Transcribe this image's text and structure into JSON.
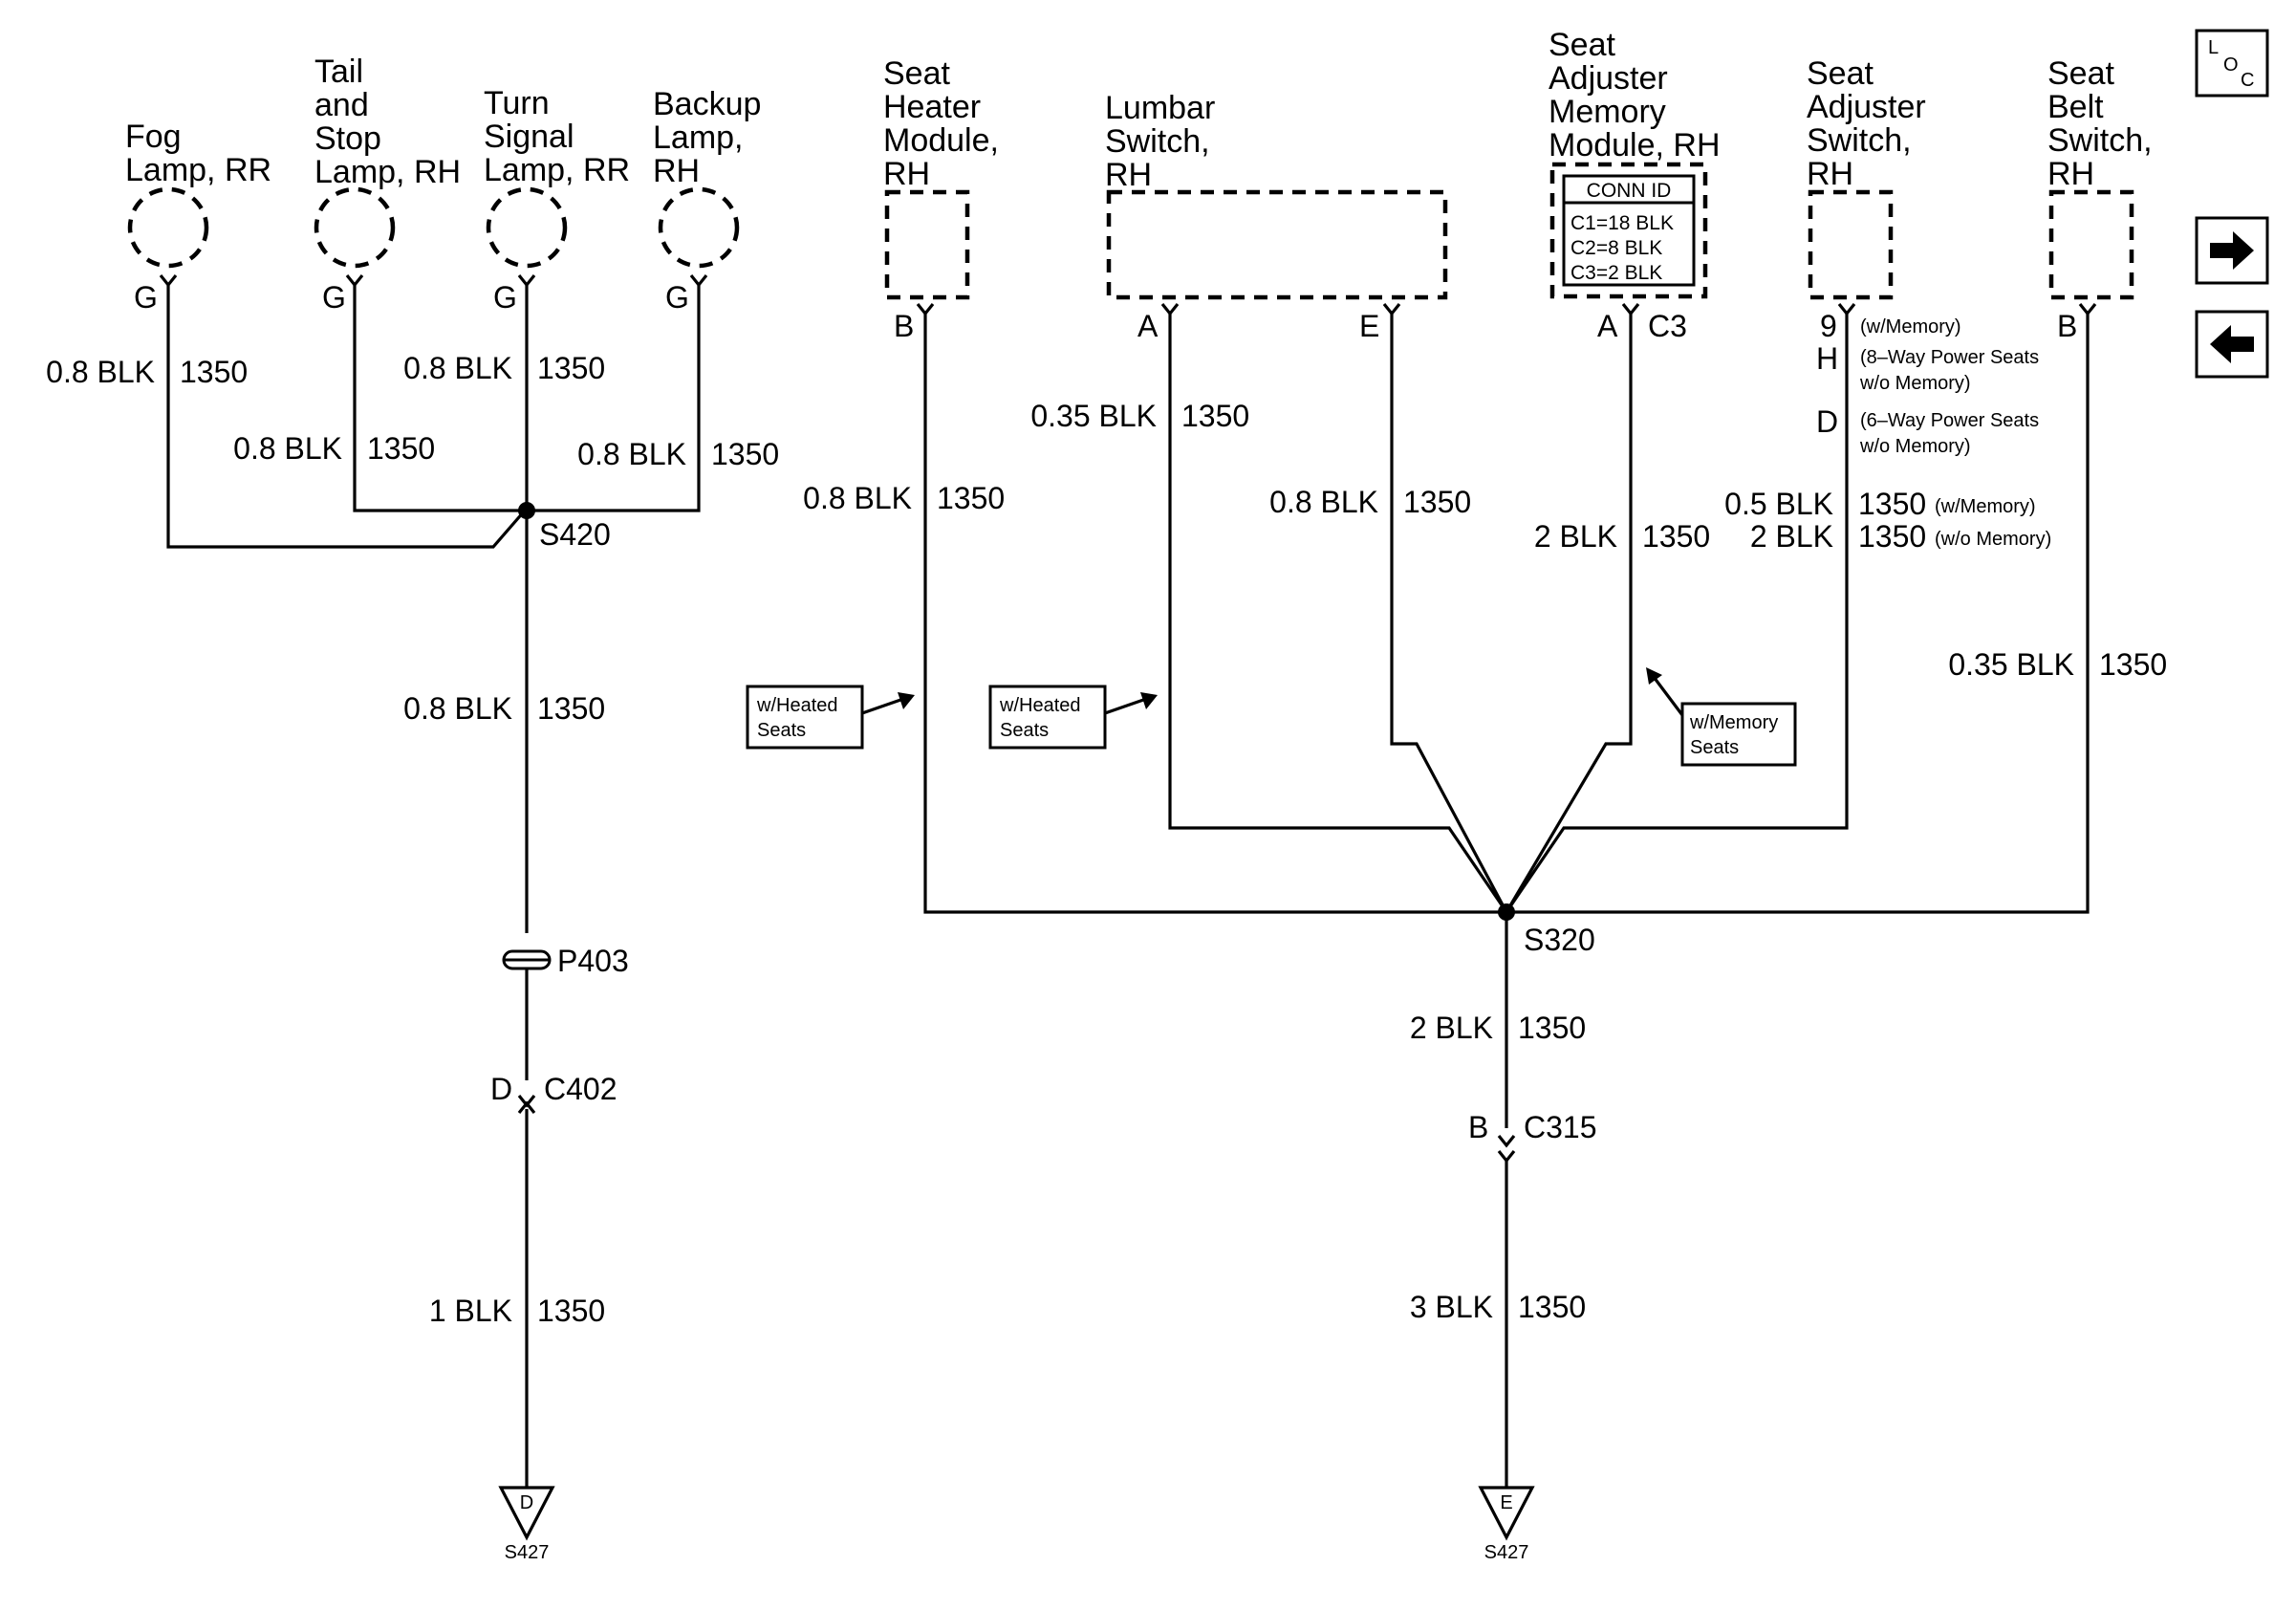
{
  "components": {
    "fog_lamp": [
      "Fog",
      "Lamp, RR"
    ],
    "tail_stop_lamp": [
      "Tail",
      "and",
      "Stop",
      "Lamp, RH"
    ],
    "turn_signal_lamp": [
      "Turn",
      "Signal",
      "Lamp, RR"
    ],
    "backup_lamp": [
      "Backup",
      "Lamp,",
      "RH"
    ],
    "seat_heater_module": [
      "Seat",
      "Heater",
      "Module,",
      "RH"
    ],
    "lumbar_switch": [
      "Lumbar",
      "Switch,",
      "RH"
    ],
    "seat_adjuster_memory_module": [
      "Seat",
      "Adjuster",
      "Memory",
      "Module, RH"
    ],
    "seat_adjuster_switch": [
      "Seat",
      "Adjuster",
      "Switch,",
      "RH"
    ],
    "seat_belt_switch": [
      "Seat",
      "Belt",
      "Switch,",
      "RH"
    ]
  },
  "conn_id": {
    "title": "CONN ID",
    "lines": [
      "C1=18 BLK",
      "C2=8 BLK",
      "C3=2 BLK"
    ]
  },
  "pins": {
    "fog": "G",
    "tail": "G",
    "turn": "G",
    "backup": "G",
    "heater": "B",
    "lumbar_a": "A",
    "lumbar_e": "E",
    "memory_a": "A",
    "memory_c3": "C3",
    "adjuster_9": "9",
    "adjuster_h": "H",
    "adjuster_d": "D",
    "belt": "B"
  },
  "pin_notes": {
    "adjuster_9": "(w/Memory)",
    "adjuster_h": [
      "(8–Way Power Seats",
      "w/o Memory)"
    ],
    "adjuster_d": [
      "(6–Way Power Seats",
      "w/o Memory)"
    ]
  },
  "wires": {
    "fog": {
      "size": "0.8 BLK",
      "circuit": "1350"
    },
    "tail": {
      "size": "0.8 BLK",
      "circuit": "1350"
    },
    "turn": {
      "size": "0.8 BLK",
      "circuit": "1350"
    },
    "backup": {
      "size": "0.8 BLK",
      "circuit": "1350"
    },
    "s420_to_p403": {
      "size": "0.8 BLK",
      "circuit": "1350"
    },
    "c402_to_ground": {
      "size": "1 BLK",
      "circuit": "1350"
    },
    "heater": {
      "size": "0.8 BLK",
      "circuit": "1350"
    },
    "lumbar_a": {
      "size": "0.35 BLK",
      "circuit": "1350"
    },
    "lumbar_e": {
      "size": "0.8 BLK",
      "circuit": "1350"
    },
    "memory": {
      "size": "2 BLK",
      "circuit": "1350"
    },
    "adjuster_memory": {
      "size": "0.5 BLK",
      "circuit": "1350",
      "note": "(w/Memory)"
    },
    "adjuster_no_memory": {
      "size": "2 BLK",
      "circuit": "1350",
      "note": "(w/o Memory)"
    },
    "belt": {
      "size": "0.35 BLK",
      "circuit": "1350"
    },
    "s320_to_c315": {
      "size": "2 BLK",
      "circuit": "1350"
    },
    "c315_to_ground": {
      "size": "3 BLK",
      "circuit": "1350"
    }
  },
  "splices": {
    "left": "S420",
    "right": "S320"
  },
  "connectors": {
    "p403": "P403",
    "c402": "C402",
    "c402_pin": "D",
    "c315": "C315",
    "c315_pin": "B"
  },
  "grounds": {
    "left": {
      "letter": "D",
      "label": "S427"
    },
    "right": {
      "letter": "E",
      "label": "S427"
    }
  },
  "options": {
    "heated_1": [
      "w/Heated",
      "Seats"
    ],
    "heated_2": [
      "w/Heated",
      "Seats"
    ],
    "memory": [
      "w/Memory",
      "Seats"
    ]
  },
  "nav": {
    "loc": {
      "l": "L",
      "o": "O",
      "c": "C"
    },
    "forward_icon": "arrow-right-icon",
    "back_icon": "arrow-left-icon"
  }
}
